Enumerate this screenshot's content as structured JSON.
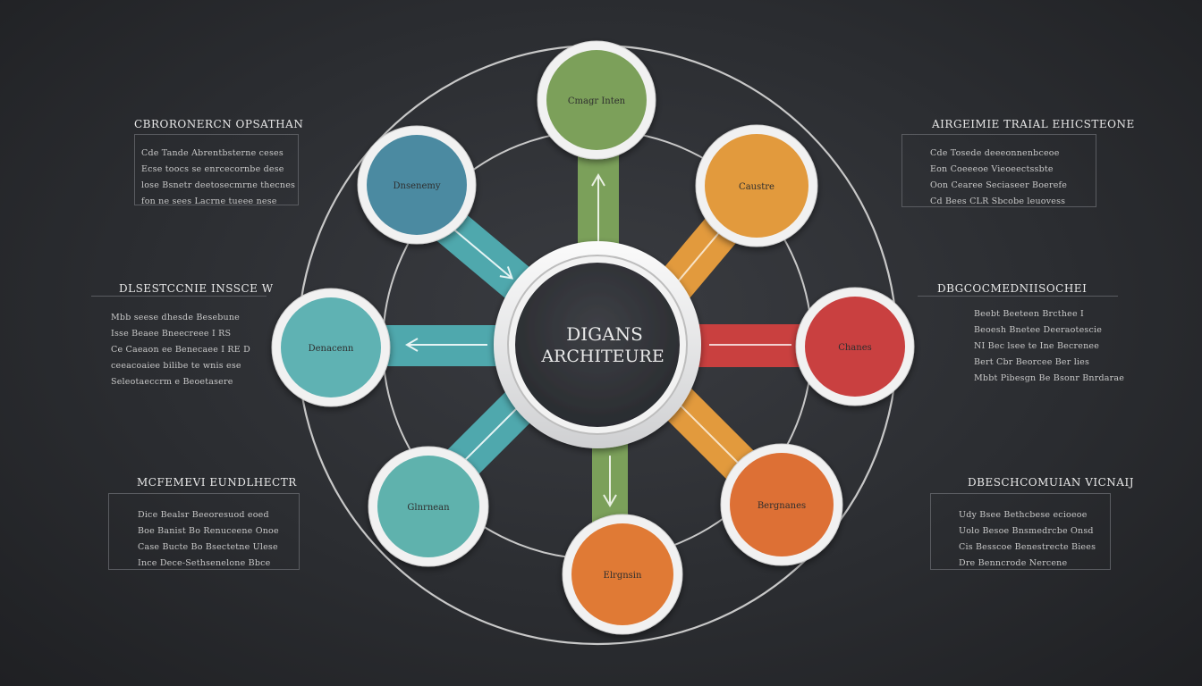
{
  "center": {
    "line1": "DIGANS",
    "line2": "ARCHITEURE"
  },
  "nodes": [
    {
      "id": "top",
      "label": "Cmagr Inten",
      "color": "#7ba05a"
    },
    {
      "id": "top-right",
      "label": "Caustre",
      "color": "#e29a3d"
    },
    {
      "id": "right",
      "label": "Chanes",
      "color": "#c9403f"
    },
    {
      "id": "bottom-right",
      "label": "Bergnanes",
      "color": "#dd6f35"
    },
    {
      "id": "bottom",
      "label": "Elrgnsin",
      "color": "#e07a34"
    },
    {
      "id": "bottom-left",
      "label": "Glnrnean",
      "color": "#5fb2ad"
    },
    {
      "id": "left",
      "label": "Denacenn",
      "color": "#5fb2b3"
    },
    {
      "id": "top-left",
      "label": "Dnsenemy",
      "color": "#4c8aa1"
    }
  ],
  "connector_colors": {
    "teal": "#4fa8ad",
    "green": "#7ba05a",
    "orange": "#e29a3d",
    "red": "#c9403f"
  },
  "panels": {
    "top_left": {
      "title": "CBRORONERCN OPSATHAN",
      "lines": [
        "Cde  Tande  Abrentbsterne  ceses",
        "Ecse  toocs  se  enrcecornbe  dese",
        "lose  Bsnetr  deetosecmrne  thecnes",
        "fon  ne  sees  Lacrne  tueee  nese"
      ]
    },
    "mid_left": {
      "title": "DLSESTCCNIE INSSCE W",
      "lines": [
        "Mbb  seese  dhesde  Besebune",
        "Isse  Beaee  Bneecreee  I  RS",
        "Ce  Caeaon  ee  Benecaee  I  RE  D",
        "ceeacoaiee  bilibe  te  wnis  ese",
        "Seleotaeccrm  e  Beoetasere"
      ]
    },
    "bottom_left": {
      "title": "MCFEMEVI EUNDLHECTR",
      "lines": [
        "Dice  Bealsr  Beeoresuod  eoed",
        "Boe  Banist  Bo  Renuceene  Onoe",
        "Case  Bucte  Bo  Bsectetne  Ulese",
        "Ince  Dece-Sethsenelone  Bbce"
      ]
    },
    "top_right": {
      "title": "AIRGEIMIE TRAIAL EHICSTEONE",
      "lines": [
        "Cde  Tosede  deeeonnenbceoe",
        "Eon  Coeeeoe  Vieoeectssbte",
        "Oon  Cearee  Seciaseer  Boerefe",
        "Cd  Bees  CLR  Sbcobe  leuovess"
      ]
    },
    "mid_right": {
      "title": "DBGCOCMEDNIISOCHEI",
      "lines": [
        "Beebt  Beeteen  Brcthee  I",
        "Beoesh  Bnetee  Deeraotescie",
        "NI  Bec  lsee  te  Ine  Becrenee",
        "Bert  Cbr  Beorcee  Ber  lies",
        "Mbbt  Pibesgn  Be  Bsonr  Bnrdarae"
      ]
    },
    "bottom_right": {
      "title": "DBESCHCOMUIAN VICNAIJ",
      "lines": [
        "Udy  Bsee  Bethcbese  ecioeoe",
        "Uolo  Besoe  Bnsmedrcbe  Onsd",
        "Cis  Besscoe  Benestrecte  Biees",
        "Dre  Benncrode  Nercene"
      ]
    }
  }
}
